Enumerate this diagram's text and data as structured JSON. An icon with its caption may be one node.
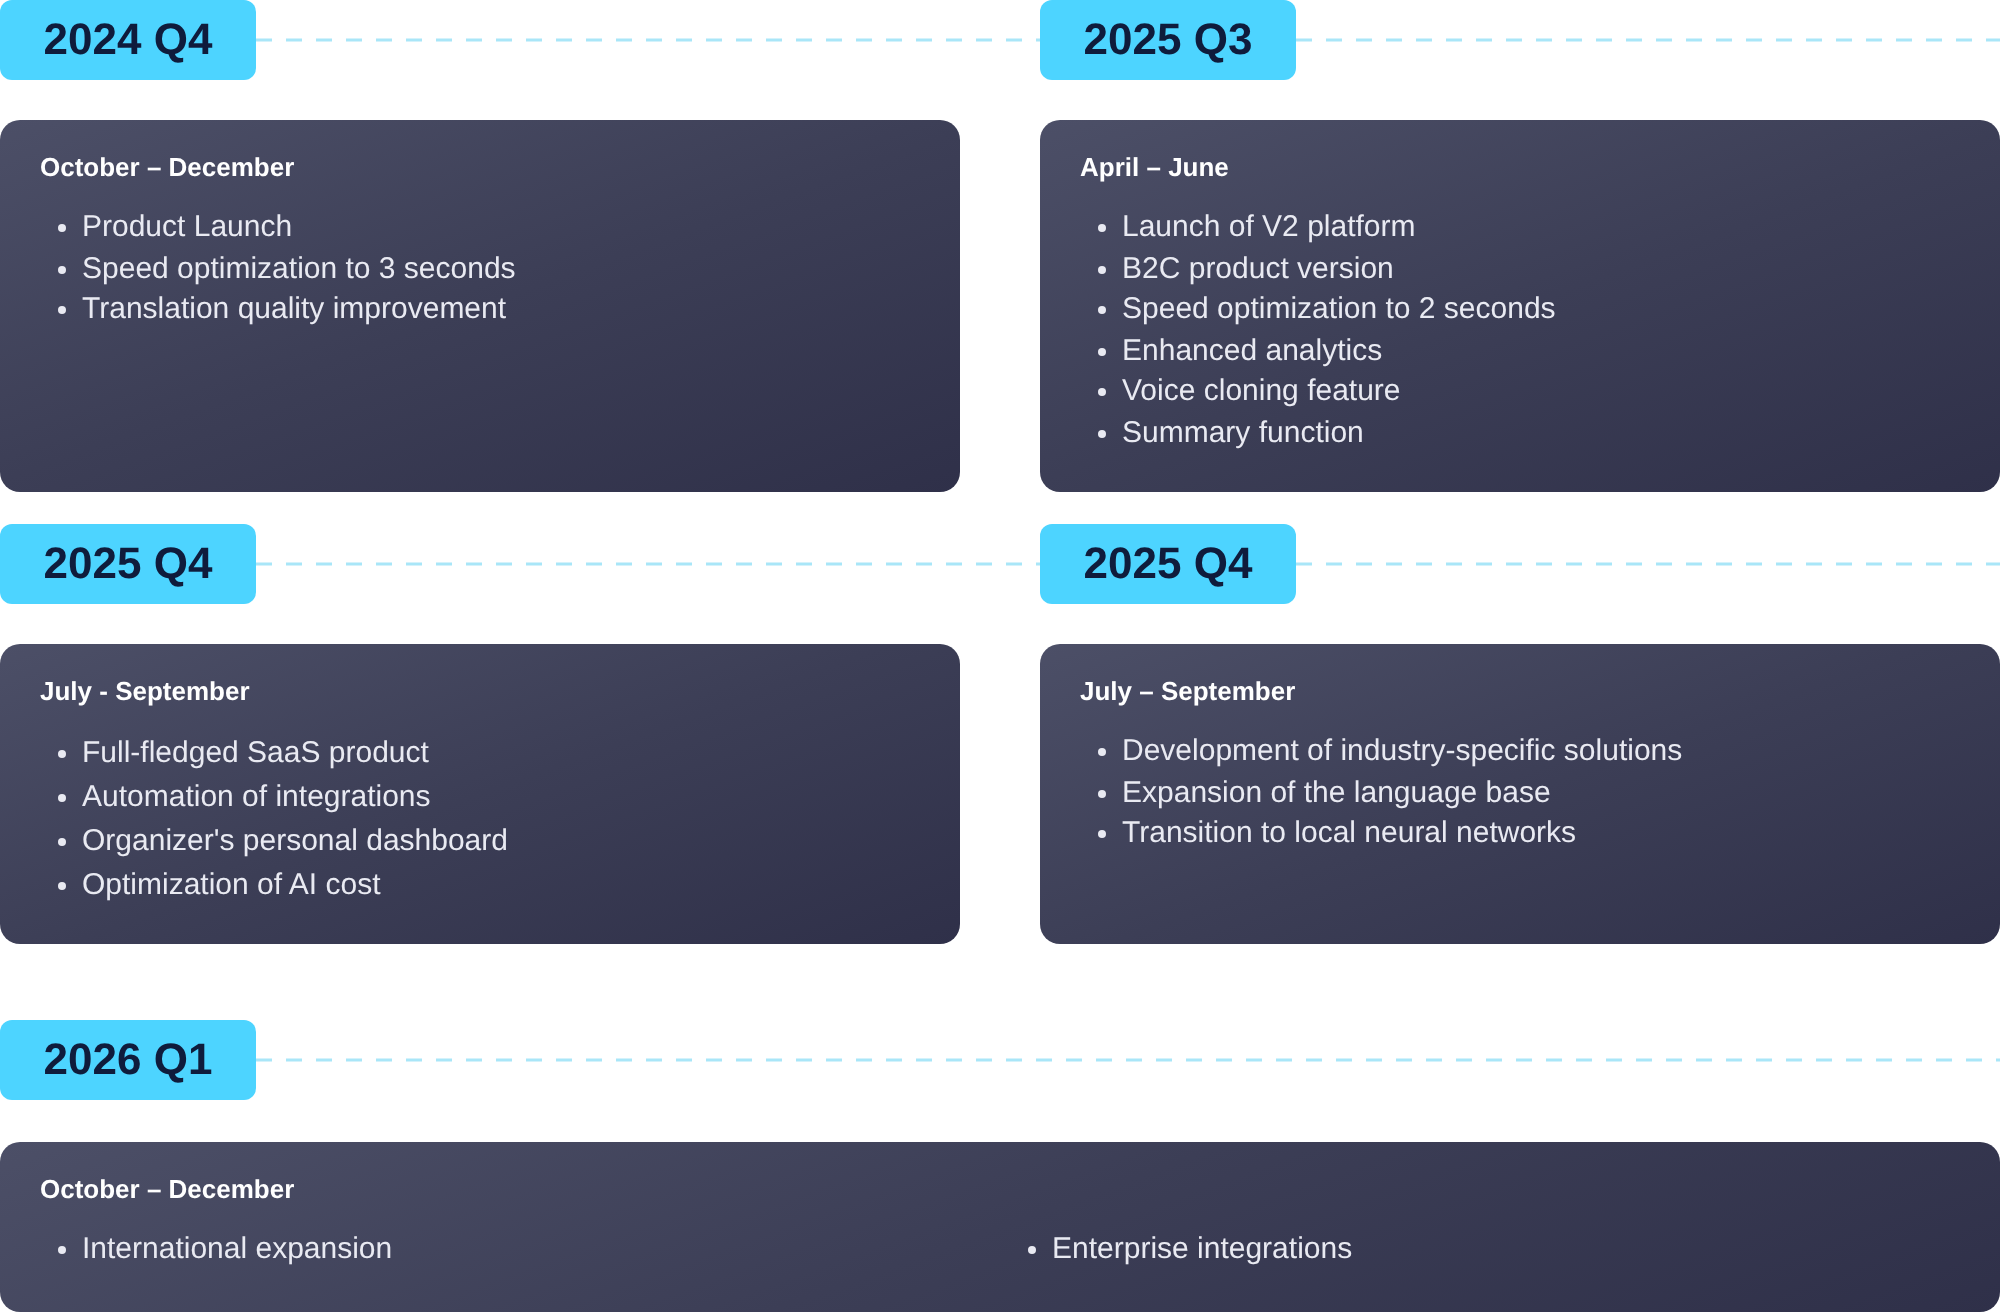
{
  "diagram": {
    "nodes": [
      {
        "text": [
          "2024 Q4"
        ]
      },
      {
        "text": [
          "2025 Q3"
        ]
      },
      {
        "text": [
          "October – December",
          "Product Launch",
          "Speed optimization to 3 seconds",
          "Translation quality improvement"
        ]
      },
      {
        "text": [
          "April – June",
          "Launch of V2 platform",
          "B2C product version",
          "Speed optimization to 2 seconds",
          "Enhanced analytics",
          "Voice cloning feature",
          "Summary function"
        ]
      },
      {
        "text": [
          "2025 Q4"
        ]
      },
      {
        "text": [
          "2025 Q4"
        ]
      },
      {
        "text": [
          "July - September",
          "Full-fledged SaaS product",
          "Automation of integrations",
          "Organizer's personal dashboard",
          "Optimization of AI cost"
        ]
      },
      {
        "text": [
          "July – September",
          "Development of industry-specific solutions",
          "Expansion of the language base",
          "Transition to local neural networks"
        ]
      },
      {
        "text": [
          "2026 Q1"
        ]
      },
      {
        "text": [
          "October – December",
          "International expansion",
          "Enterprise integrations"
        ]
      }
    ],
    "edges": [
      {
        "from": 0,
        "to": 1,
        "arrow": "none",
        "style": "dashed"
      },
      {
        "from": 1,
        "to": null,
        "arrow": "none",
        "style": "dashed"
      },
      {
        "from": 4,
        "to": 5,
        "arrow": "none",
        "style": "dashed"
      },
      {
        "from": 5,
        "to": null,
        "arrow": "none",
        "style": "dashed"
      },
      {
        "from": 8,
        "to": null,
        "arrow": "none",
        "style": "dashed"
      }
    ]
  }
}
